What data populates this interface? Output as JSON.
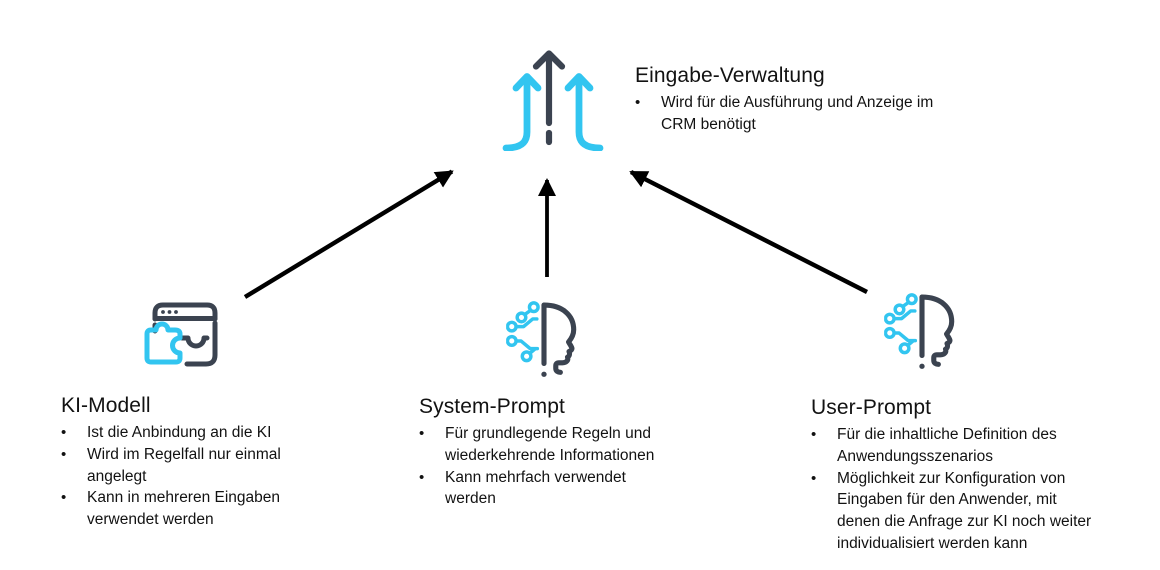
{
  "colors": {
    "accent_cyan": "#32C5F0",
    "dark_slate": "#3B4350",
    "text": "#121212",
    "arrow_black": "#000000",
    "background": "#FFFFFF"
  },
  "bullet_char": "•",
  "diagram": {
    "target": {
      "title": "Eingabe-Verwaltung",
      "icon": "triple-up-arrows-icon",
      "bullets": [
        "Wird für die Ausführung und Anzeige im\nCRM benötigt"
      ]
    },
    "sources": [
      {
        "title": "KI-Modell",
        "icon": "browser-puzzle-icon",
        "bullets": [
          "Ist die Anbindung an die KI",
          "Wird im Regelfall nur einmal\nangelegt",
          "Kann in mehreren Eingaben\nverwendet werden"
        ]
      },
      {
        "title": "System-Prompt",
        "icon": "ai-head-circuit-icon",
        "bullets": [
          "Für grundlegende Regeln und\nwiederkehrende Informationen",
          "Kann mehrfach verwendet\nwerden"
        ]
      },
      {
        "title": "User-Prompt",
        "icon": "ai-head-circuit-icon",
        "bullets": [
          "Für die inhaltliche Definition des\nAnwendungsszenarios",
          "Möglichkeit zur Konfiguration von\nEingaben für den Anwender, mit\ndenen die Anfrage zur KI noch weiter\nindividualisiert werden kann"
        ]
      }
    ],
    "arrows": [
      {
        "from": "KI-Modell",
        "to": "Eingabe-Verwaltung"
      },
      {
        "from": "System-Prompt",
        "to": "Eingabe-Verwaltung"
      },
      {
        "from": "User-Prompt",
        "to": "Eingabe-Verwaltung"
      }
    ]
  }
}
